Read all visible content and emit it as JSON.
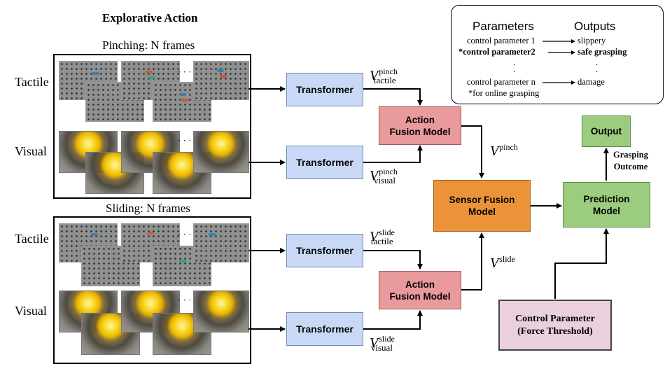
{
  "title": "Explorative Action",
  "pinching_label": "Pinching: N frames",
  "sliding_label": "Sliding: N frames",
  "rows": {
    "tactile": "Tactile",
    "visual": "Visual"
  },
  "ellipsis": "· · ·",
  "transformer_label": "Transformer",
  "action_fusion": {
    "line1": "Action",
    "line2": "Fusion Model"
  },
  "sensor_fusion": {
    "line1": "Sensor Fusion",
    "line2": "Model"
  },
  "prediction": {
    "line1": "Prediction",
    "line2": "Model"
  },
  "output_label": "Output",
  "grasping_outcome": {
    "line1": "Grasping",
    "line2": "Outcome"
  },
  "control": {
    "line1": "Control Parameter",
    "line2": "(Force Threshold)"
  },
  "variables": {
    "V": "V",
    "pinch": "pinch",
    "slide": "slide",
    "tactile": "tactile",
    "visual": "visual"
  },
  "params_panel": {
    "head_params": "Parameters",
    "head_outputs": "Outputs",
    "rows": [
      {
        "param": "control parameter 1",
        "output": "slippery",
        "bold": false
      },
      {
        "param": "*control parameter2",
        "output": "safe grasping",
        "bold": true
      },
      {
        "param": "control parameter n",
        "output": "damage",
        "bold": false
      }
    ],
    "dot": ".",
    "footnote": "*for online grasping"
  },
  "colors": {
    "transformer": "#c9d9f5",
    "action_fusion": "#e99a9c",
    "sensor_fusion": "#ec9339",
    "prediction": "#9ccd7e",
    "output": "#9ccd7e",
    "control": "#ead0dc"
  }
}
